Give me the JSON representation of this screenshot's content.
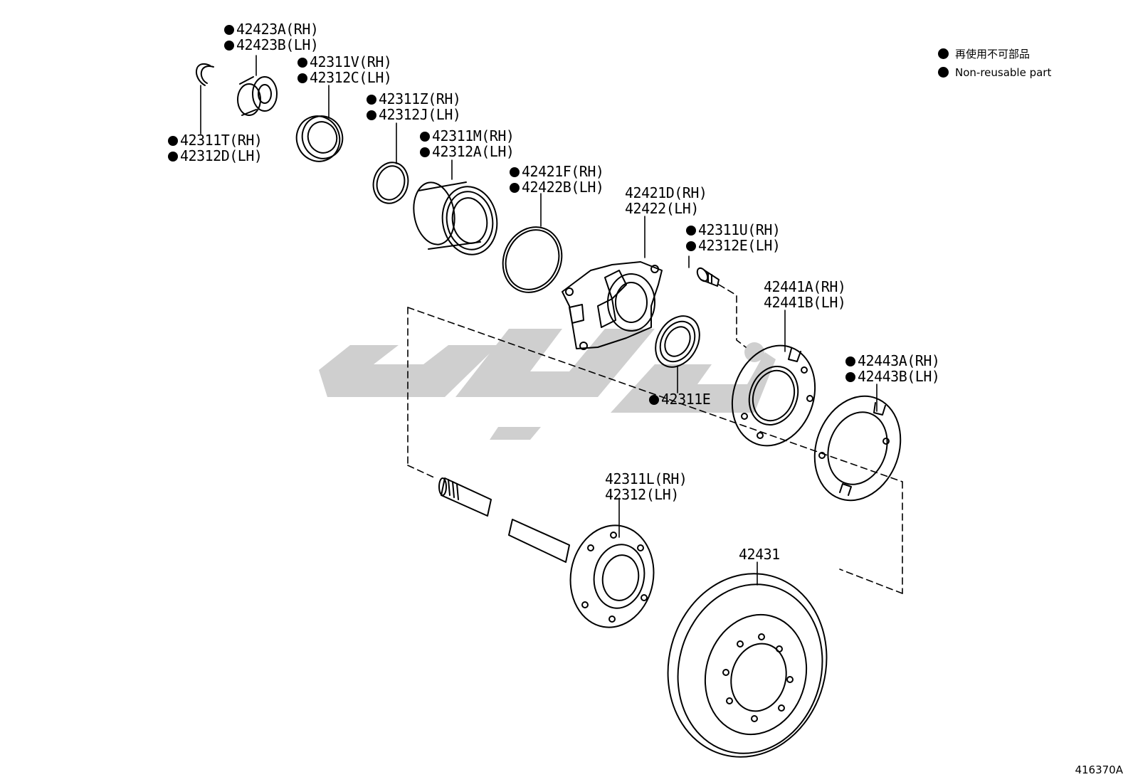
{
  "legend": {
    "jp": "再使用不可部品",
    "en": "Non-reusable part"
  },
  "diagram_code": "416370A",
  "labels": {
    "p42423": {
      "rh": "42423A(RH)",
      "lh": "42423B(LH)"
    },
    "p42311T": {
      "rh": "42311T(RH)",
      "lh": "42312D(LH)"
    },
    "p42311V": {
      "rh": "42311V(RH)",
      "lh": "42312C(LH)"
    },
    "p42311Z": {
      "rh": "42311Z(RH)",
      "lh": "42312J(LH)"
    },
    "p42311M": {
      "rh": "42311M(RH)",
      "lh": "42312A(LH)"
    },
    "p42421F": {
      "rh": "42421F(RH)",
      "lh": "42422B(LH)"
    },
    "p42421D": {
      "rh": "42421D(RH)",
      "lh": "42422(LH)"
    },
    "p42311U": {
      "rh": "42311U(RH)",
      "lh": "42312E(LH)"
    },
    "p42441": {
      "rh": "42441A(RH)",
      "lh": "42441B(LH)"
    },
    "p42443": {
      "rh": "42443A(RH)",
      "lh": "42443B(LH)"
    },
    "p42311E": {
      "single": "42311E"
    },
    "p42311L": {
      "rh": "42311L(RH)",
      "lh": "42312(LH)"
    },
    "p42431": {
      "single": "42431"
    }
  },
  "colors": {
    "ink": "#000000",
    "watermark": "#cfcfcf"
  }
}
